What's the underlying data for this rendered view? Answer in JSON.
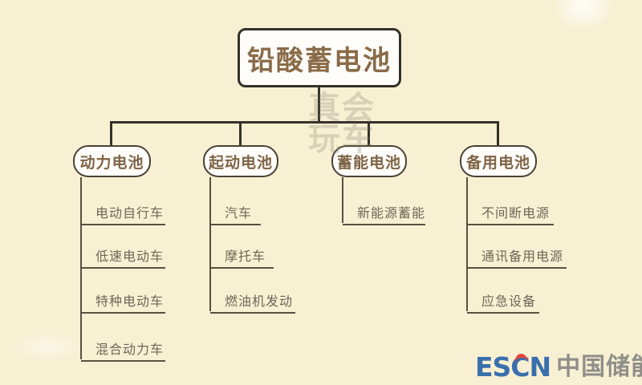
{
  "tree": {
    "root": "铅酸蓄电池",
    "branches": [
      {
        "label": "动力电池",
        "children": [
          "电动自行车",
          "低速电动车",
          "特种电动车",
          "混合动力车"
        ]
      },
      {
        "label": "起动电池",
        "children": [
          "汽车",
          "摩托车",
          "燃油机发动"
        ]
      },
      {
        "label": "蓄能电池",
        "children": [
          "新能源蓄能"
        ]
      },
      {
        "label": "备用电池",
        "children": [
          "不间断电源",
          "通讯备用电源",
          "应急设备"
        ]
      }
    ]
  },
  "watermark": {
    "line1": "真会",
    "line2": "玩车"
  },
  "logo": {
    "escn": "ESCN",
    "chinese": "中国储能网"
  },
  "colors": {
    "background": "#f8f0d3",
    "node_border": "#35312a",
    "heading_text": "#8a6b48",
    "leaf_text": "#6f6658",
    "connector_line": "#35312a",
    "underline": "#57513f",
    "logo_blue": "#3a6fad",
    "logo_red": "#e2473a",
    "logo_gray": "#8f8e89"
  }
}
